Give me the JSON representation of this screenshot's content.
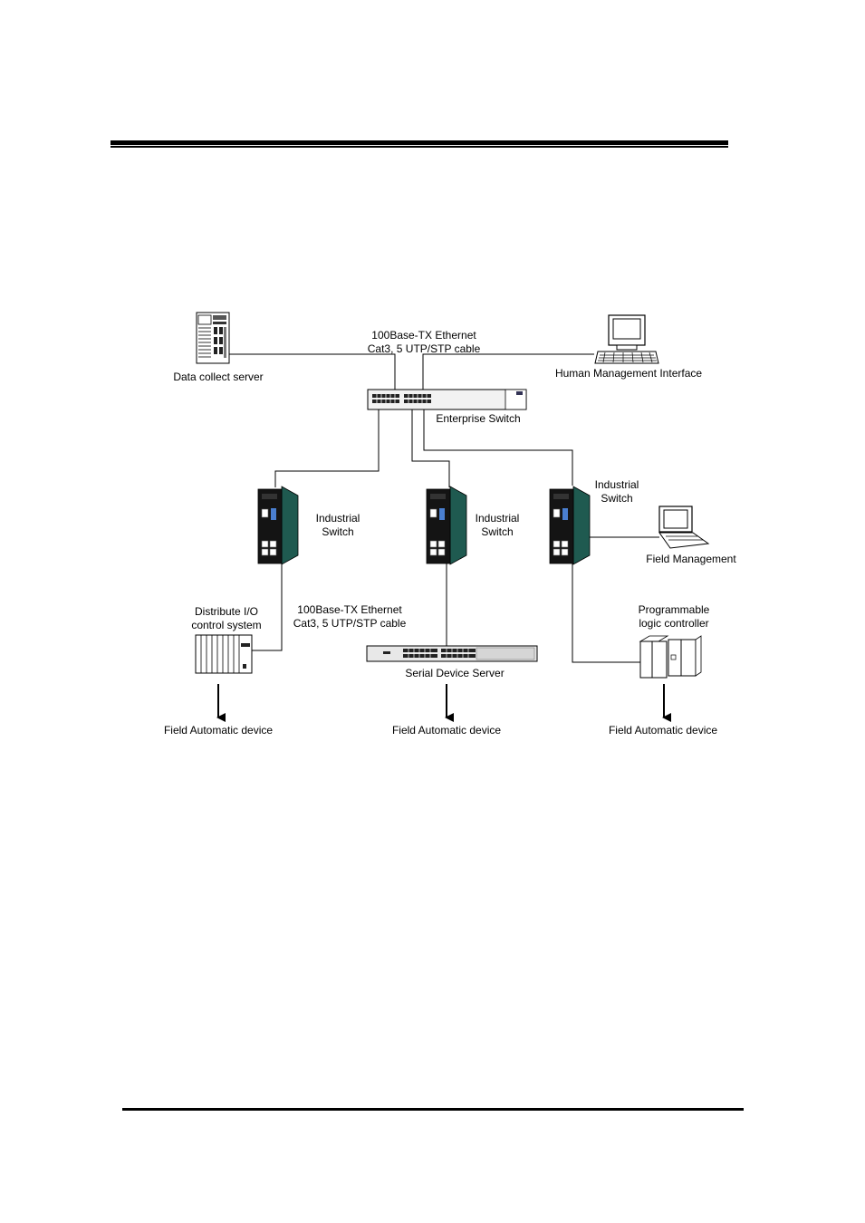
{
  "header": {},
  "diagram": {
    "backbone_cable_line1": "100Base-TX Ethernet",
    "backbone_cable_line2": "Cat3, 5 UTP/STP cable",
    "data_collect_server": "Data collect server",
    "human_management_interface": "Human Management Interface",
    "enterprise_switch": "Enterprise Switch",
    "industrial_switch_left_line1": "Industrial",
    "industrial_switch_left_line2": "Switch",
    "industrial_switch_center_line1": "Industrial",
    "industrial_switch_center_line2": "Switch",
    "industrial_switch_right_line1": "Industrial",
    "industrial_switch_right_line2": "Switch",
    "field_management": "Field Management",
    "distribute_io_line1": "Distribute I/O",
    "distribute_io_line2": "control system",
    "field_cable_line1": "100Base-TX Ethernet",
    "field_cable_line2": "Cat3, 5 UTP/STP cable",
    "programmable_line1": "Programmable",
    "programmable_line2": "logic controller",
    "serial_device_server": "Serial Device Server",
    "field_device_left": "Field Automatic device",
    "field_device_center": "Field Automatic device",
    "field_device_right": "Field Automatic device"
  }
}
